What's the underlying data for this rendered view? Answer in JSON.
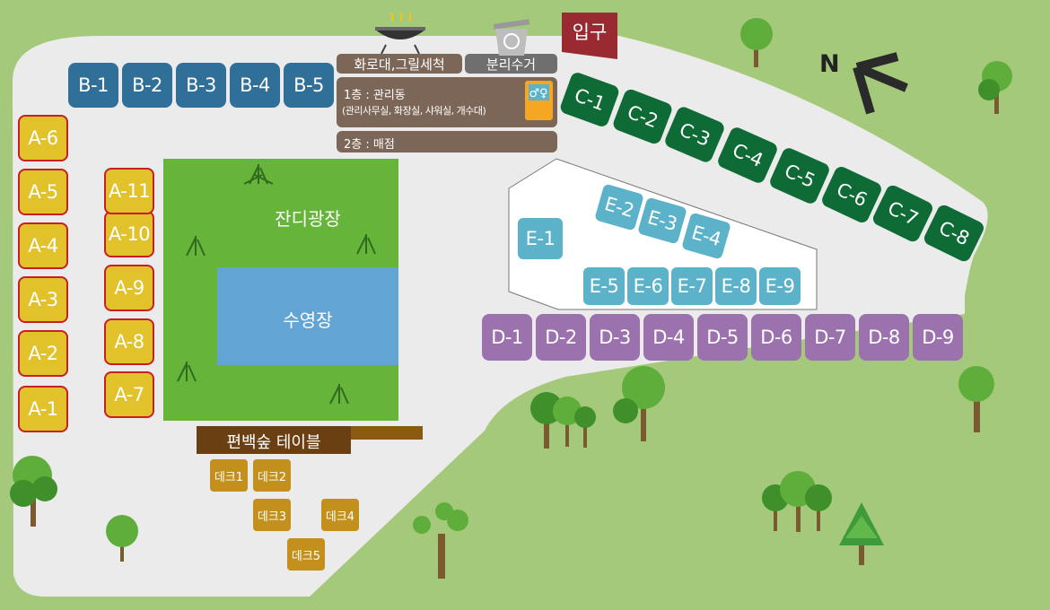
{
  "entrance": {
    "label": "입구"
  },
  "north": {
    "label": "N"
  },
  "facilities": {
    "grill": "화로대,그릴세척",
    "recycle": "분리수거",
    "floor1": "1층 : 관리동",
    "floor1_detail": "(관리사무실, 화장실, 샤워실, 개수대)",
    "floor2": "2층 : 매점"
  },
  "areas": {
    "lawn": "잔디광장",
    "pool": "수영장",
    "tables": "편백숲 테이블"
  },
  "sites": {
    "A": [
      "A-1",
      "A-2",
      "A-3",
      "A-4",
      "A-5",
      "A-6",
      "A-7",
      "A-8",
      "A-9",
      "A-10",
      "A-11"
    ],
    "B": [
      "B-1",
      "B-2",
      "B-3",
      "B-4",
      "B-5"
    ],
    "C": [
      "C-1",
      "C-2",
      "C-3",
      "C-4",
      "C-5",
      "C-6",
      "C-7",
      "C-8"
    ],
    "D": [
      "D-1",
      "D-2",
      "D-3",
      "D-4",
      "D-5",
      "D-6",
      "D-7",
      "D-8",
      "D-9"
    ],
    "E": [
      "E-1",
      "E-2",
      "E-3",
      "E-4",
      "E-5",
      "E-6",
      "E-7",
      "E-8",
      "E-9"
    ]
  },
  "decks": [
    "데크1",
    "데크2",
    "데크3",
    "데크4",
    "데크5"
  ],
  "colors": {
    "grass": "#a4c97a",
    "ground": "#ebebeb",
    "site_a": "#e1c22b",
    "site_b": "#2f6f98",
    "site_c": "#0f6b36",
    "site_d": "#9b72ad",
    "site_e": "#5bb2c9",
    "lawn": "#67b43a",
    "pool": "#62a5d4",
    "building": "#7c6658",
    "entrance": "#9a2a32",
    "deck": "#c4901d"
  }
}
